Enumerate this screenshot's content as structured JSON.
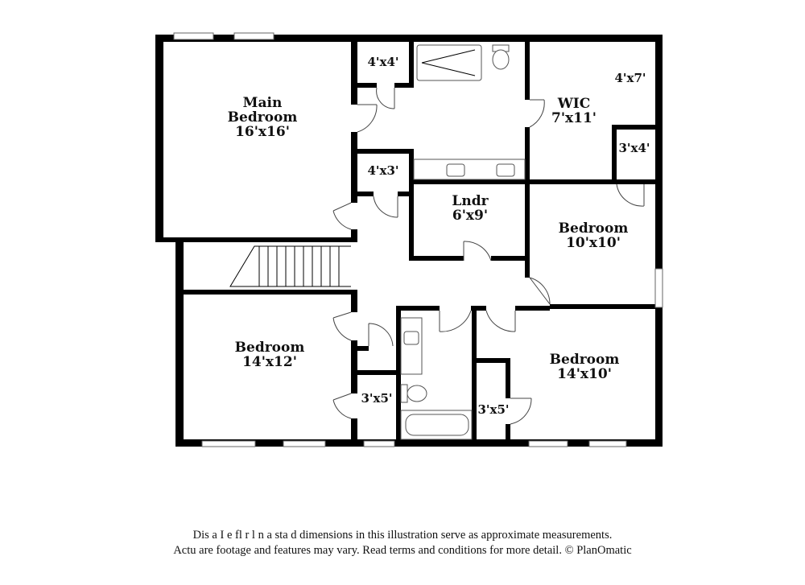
{
  "rooms": {
    "main_bedroom": {
      "name": "Main\nBedroom",
      "name_line1": "Main",
      "name_line2": "Bedroom",
      "dims": "16'x16'"
    },
    "closet_4x4": {
      "dims": "4'x4'"
    },
    "closet_4x3": {
      "dims": "4'x3'"
    },
    "wic": {
      "name": "WIC",
      "dims": "7'x11'"
    },
    "closet_4x7": {
      "dims": "4'x7'"
    },
    "closet_3x4": {
      "dims": "3'x4'"
    },
    "laundry": {
      "name": "Lndr",
      "dims": "6'x9'"
    },
    "bedroom_ne": {
      "name": "Bedroom",
      "dims": "10'x10'"
    },
    "bedroom_sw": {
      "name": "Bedroom",
      "dims": "14'x12'"
    },
    "bedroom_se": {
      "name": "Bedroom",
      "dims": "14'x10'"
    },
    "closet_3x5_left": {
      "dims": "3'x5'"
    },
    "closet_3x5_right": {
      "dims": "3'x5'"
    }
  },
  "disclaimer": {
    "line1": "Dis a  I  e fl  r  l  n a  sta  d dimensions in this illustration serve as approximate measurements.",
    "line2": "Actu   are footage and features may vary. Read terms and conditions for more detail. © PlanOmatic"
  }
}
